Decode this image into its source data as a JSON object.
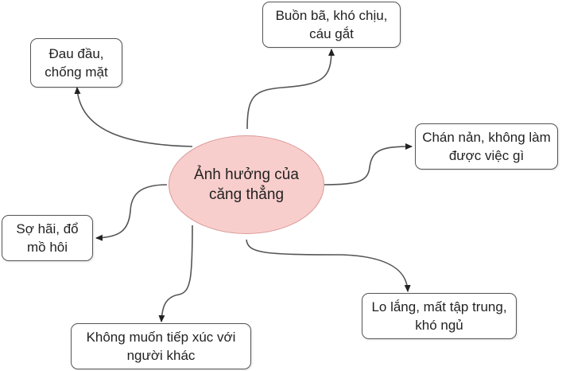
{
  "diagram": {
    "type": "mind-map",
    "center": {
      "label": "Ảnh hưởng của căng thẳng",
      "fill": "#f8cecc",
      "stroke": "#d99a98"
    },
    "nodes": [
      {
        "id": "top-left",
        "label": "Đau đầu, chống mặt"
      },
      {
        "id": "top",
        "label": "Buồn bã, khó chịu, cáu gắt"
      },
      {
        "id": "right",
        "label": "Chán nản, không làm được việc gì"
      },
      {
        "id": "left",
        "label": "Sợ hãi, đổ mồ hôi"
      },
      {
        "id": "bottom-left",
        "label": "Không muốn tiếp xúc với người khác"
      },
      {
        "id": "bottom-right",
        "label": "Lo lắng, mất tập trung, khó ngủ"
      }
    ],
    "edge_color": "#555555",
    "node_border_color": "#555555"
  }
}
